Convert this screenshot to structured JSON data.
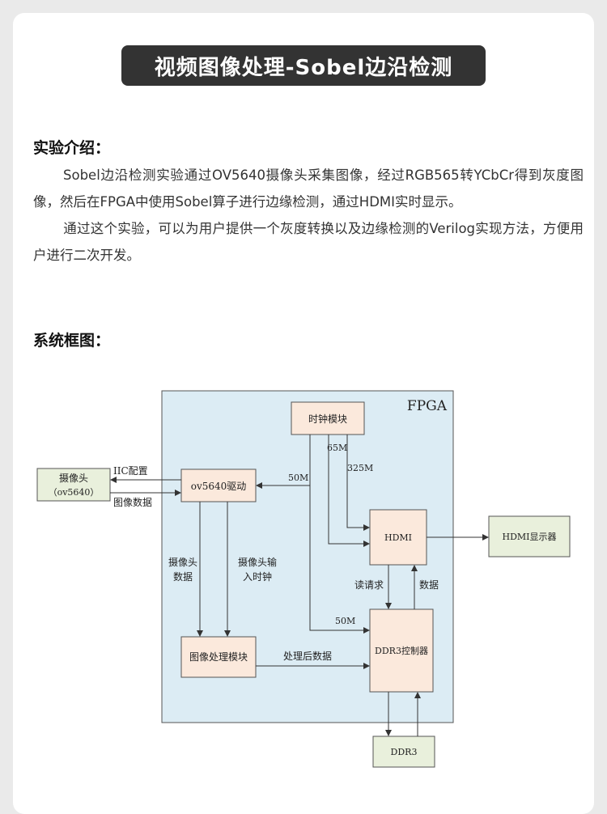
{
  "title": "视频图像处理-Sobel边沿检测",
  "intro": {
    "heading": "实验介绍：",
    "paragraph1": "Sobel边沿检测实验通过OV5640摄像头采集图像，经过RGB565转YCbCr得到灰度图像，然后在FPGA中使用Sobel算子进行边缘检测，通过HDMI实时显示。",
    "paragraph2": "通过这个实验，可以为用户提供一个灰度转换以及边缘检测的Verilog实现方法，方便用户进行二次开发。"
  },
  "system": {
    "heading": "系统框图："
  },
  "diagram": {
    "fpga_label": "FPGA",
    "blocks": {
      "clock": "时钟模块",
      "ov5640": "ov5640驱动",
      "camera_line1": "摄像头",
      "camera_line2": "（ov5640）",
      "hdmi": "HDMI",
      "hdmi_display": "HDMI显示器",
      "image_proc": "图像处理模块",
      "ddr3_ctrl": "DDR3控制器",
      "ddr3": "DDR3"
    },
    "labels": {
      "iic_config": "IIC配置",
      "image_data": "图像数据",
      "clk_50m_ov": "50M",
      "clk_65m": "65M",
      "clk_325m": "325M",
      "clk_50m_ddr": "50M",
      "cam_data_line1": "摄像头",
      "cam_data_line2": "数据",
      "cam_clk_line1": "摄像头输",
      "cam_clk_line2": "入时钟",
      "read_req": "读请求",
      "data": "数据",
      "processed_data": "处理后数据"
    },
    "colors": {
      "fpga_fill": "#dcecf4",
      "module_fill": "#fbe9dc",
      "external_fill": "#e9f0dc",
      "line": "#333333"
    }
  }
}
